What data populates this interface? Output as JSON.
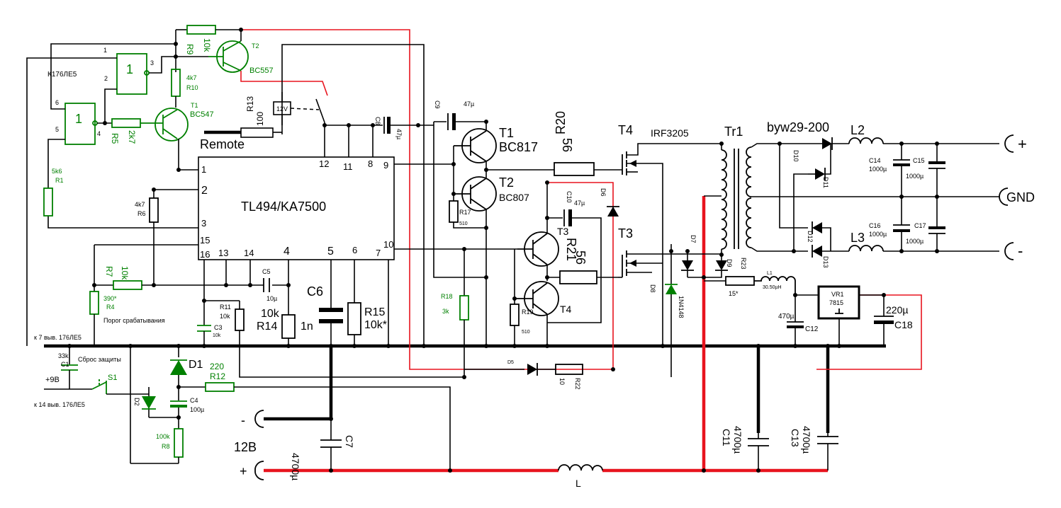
{
  "ic": {
    "name": "TL494/KA7500",
    "pins": {
      "p1": "1",
      "p2": "2",
      "p3": "3",
      "p15": "15",
      "p16": "16",
      "p13": "13",
      "p14": "14",
      "p4": "4",
      "p5": "5",
      "p6": "6",
      "p7": "7",
      "p10": "10",
      "p12": "12",
      "p11": "11",
      "p8": "8",
      "p9": "9"
    }
  },
  "logic": {
    "chip": "К176ЛЕ5",
    "g1": "1",
    "g2": "1",
    "p1": "1",
    "p2": "2",
    "p3": "3",
    "p4": "4",
    "p5": "5",
    "p6": "6"
  },
  "labels": {
    "remote": "Remote",
    "r13": "R13",
    "r13v": "100",
    "relay": "12V",
    "r9": "R9",
    "r9v": "10k",
    "t2s": "T2",
    "t2type": "BC557",
    "r10v": "4k7",
    "r10": "R10",
    "t1s": "T1",
    "t1type": "BC547",
    "r5": "R5",
    "r5v": "2k7",
    "r1v": "5k6",
    "r1": "R1",
    "r6v": "4k7",
    "r6": "R6",
    "r7v": "10k",
    "r7": "R7",
    "r4v": "390*",
    "r4": "R4",
    "porog": "Порог срабатывания",
    "c5": "C5",
    "c5v": "10µ",
    "r11": "R11",
    "r11v": "10k",
    "c3": "C3",
    "c3v": "10k",
    "r14v": "10k",
    "r14": "R14",
    "c6": "C6",
    "c6v": "1n",
    "r15": "R15",
    "r15v": "10k*",
    "k7": "к 7 выв. 176ЛЕ5",
    "c1v": "33k",
    "c1": "C1",
    "sbros": "Сброс защиты",
    "s1": "S1",
    "p9v": "+9В",
    "k14": "к 14 выв. 176ЛЕ5",
    "d1": "D1",
    "d2": "D2",
    "r12v": "220",
    "r12": "R12",
    "c4": "C4",
    "c4v": "100µ",
    "r8v": "100k",
    "r8": "R8",
    "c9": "C9",
    "c9v": "47µ",
    "c8": "C8",
    "c8v": "47µ",
    "tr1": "T1",
    "tr1type": "BC817",
    "tr2": "T2",
    "tr2type": "BC807",
    "r17": "R17",
    "r17v": "510",
    "r20v": "56",
    "r20": "R20",
    "c10": "C10",
    "c10v": "47µ",
    "d6": "D6",
    "t3": "T3",
    "r21": "R21",
    "r21v": "56",
    "r18": "R18",
    "r18v": "3k",
    "r19": "R19",
    "r19v": "510",
    "t4": "T4",
    "d5": "D5",
    "r22": "R22",
    "r22v": "10",
    "t4m": "T4",
    "irf": "IRF3205",
    "t3m": "T3",
    "d7": "D7",
    "d8": "D8",
    "d8t": "1N4148",
    "d9": "D9",
    "tr1x": "Tr1",
    "r23": "R23",
    "r23v": "15*",
    "l1": "L1",
    "l1v": "30.50µH",
    "byw": "byw29-200",
    "d10": "D10",
    "d11": "D11",
    "d12": "D12",
    "d13": "D13",
    "l2": "L2",
    "l3": "L3",
    "c14": "C14",
    "c14v": "1000µ",
    "c15": "C15",
    "c15v": "1000µ",
    "c16": "C16",
    "c16v": "1000µ",
    "c17": "C17",
    "c17v": "1000µ",
    "plus": "+",
    "gnd": "GND",
    "minus": "-",
    "vr1": "VR1",
    "vr1t": "7815",
    "c12v": "470µ",
    "c12": "C12",
    "c18v": "220µ",
    "c18": "C18",
    "c11v": "4700µ",
    "c11": "C11",
    "c13v": "4700µ",
    "c13": "C13",
    "c7v": "4700µ",
    "c7": "C7",
    "v12": "12В",
    "lmain": "L",
    "inminus": "-",
    "inplus": "+"
  },
  "colors": {
    "wire": "#000000",
    "power": "#e8141e",
    "component": "#008000"
  }
}
